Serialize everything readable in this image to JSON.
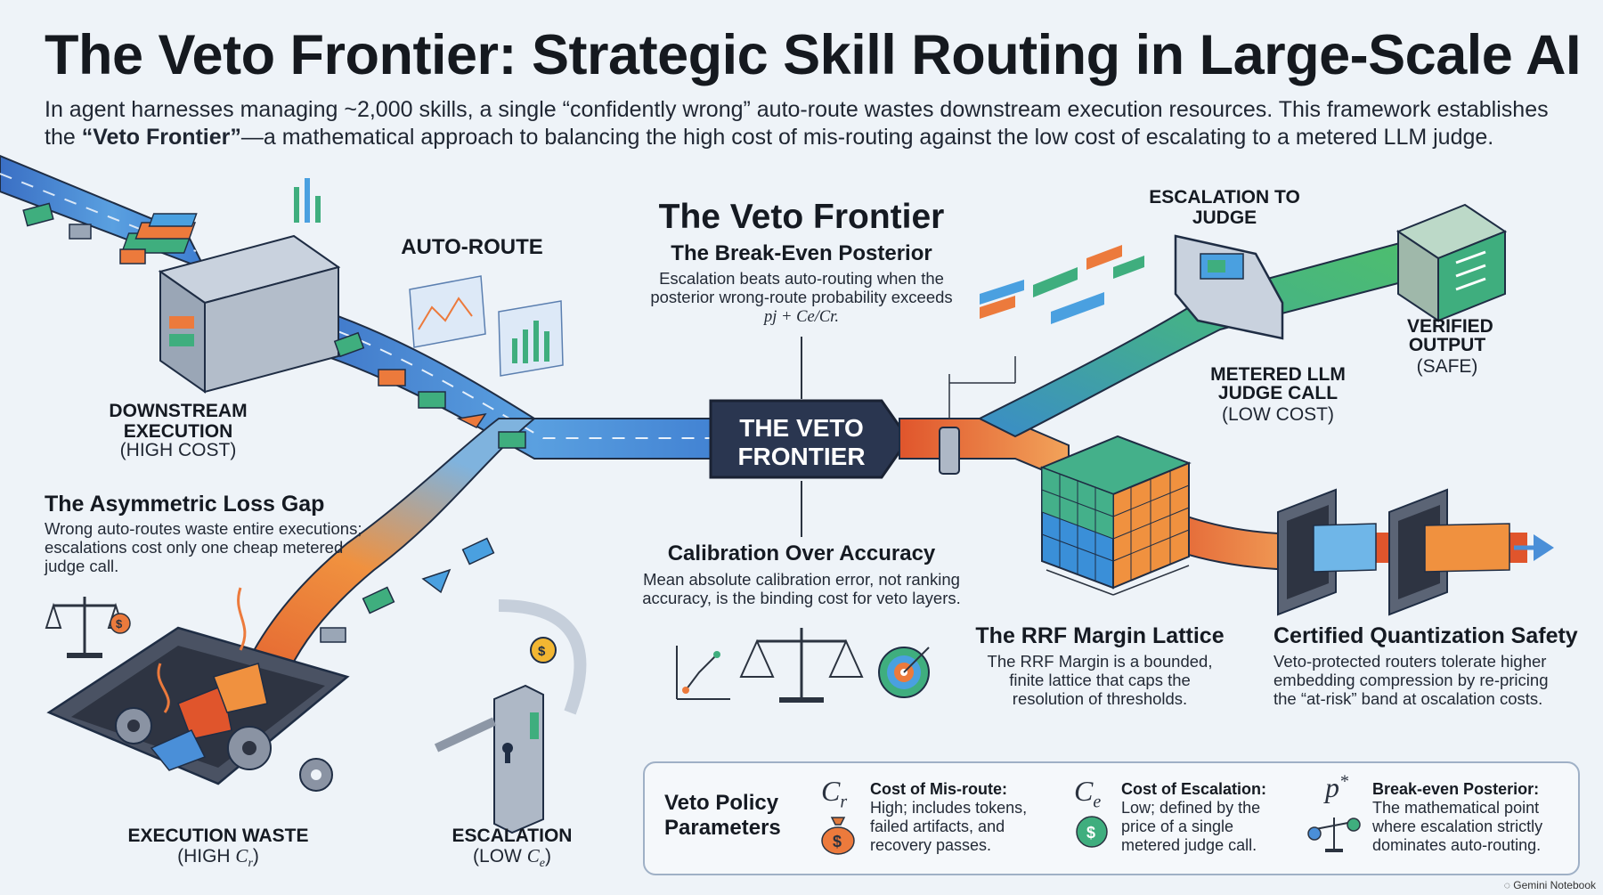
{
  "header": {
    "title": "The Veto Frontier: Strategic Skill Routing in Large-Scale AI",
    "subtitle_pre": "In agent harnesses managing ~2,000 skills, a single “confidently wrong” auto-route wastes downstream execution resources. This framework establishes the ",
    "subtitle_bold": "“Veto Frontier”",
    "subtitle_post": "—a mathematical approach to balancing the high cost of mis-routing against the low cost of escalating to a metered LLM judge."
  },
  "left": {
    "auto_route": "AUTO-ROUTE",
    "downstream_title": "DOWNSTREAM EXECUTION",
    "downstream_sub": "(HIGH COST)",
    "loss_gap_title": "The Asymmetric Loss Gap",
    "loss_gap_text": "Wrong auto-routes waste entire executions; escalations cost only one cheap metered judge call.",
    "waste_title": "EXECUTION WASTE",
    "waste_sub_pre": "(HIGH ",
    "waste_sub_sym": "C",
    "waste_sub_subscript": "r",
    "waste_sub_post": ")",
    "escalation_title": "ESCALATION",
    "escalation_sub_pre": "(LOW ",
    "escalation_sub_sym": "C",
    "escalation_sub_subscript": "e",
    "escalation_sub_post": ")"
  },
  "center": {
    "frontier_title": "The Veto Frontier",
    "frontier_subtitle": "The Break-Even Posterior",
    "frontier_text": "Escalation beats auto-routing when the posterior wrong-route probability exceeds",
    "frontier_formula": "pj + Ce/Cr.",
    "node_label_1": "THE VETO",
    "node_label_2": "FRONTIER",
    "calib_title": "Calibration Over Accuracy",
    "calib_text": "Mean absolute calibration error, not ranking accuracy, is the binding cost for veto layers."
  },
  "right": {
    "escalation_to_judge": "ESCALATION TO JUDGE",
    "verified_title": "VERIFIED OUTPUT",
    "verified_sub": "(SAFE)",
    "metered_title": "METERED LLM JUDGE CALL",
    "metered_sub": "(LOW COST)",
    "rrf_title": "The RRF Margin Lattice",
    "rrf_text": "The RRF Margin is a bounded, finite lattice that caps the resolution of thresholds.",
    "quant_title": "Certified Quantization Safety",
    "quant_text": "Veto-protected routers tolerate higher embedding compression by re-pricing the “at-risk” band at oscalation costs."
  },
  "legend": {
    "heading": "Veto Policy Parameters",
    "items": [
      {
        "symbol": "C",
        "subscript": "r",
        "title": "Cost of Mis-route:",
        "text": "High; includes tokens, failed artifacts, and recovery passes.",
        "icon": "money-bag-icon"
      },
      {
        "symbol": "C",
        "subscript": "e",
        "title": "Cost of Escalation:",
        "text": "Low; defined by the price of a single metered judge call.",
        "icon": "coin-icon"
      },
      {
        "symbol": "p",
        "superscript": "*",
        "title": "Break-even Posterior:",
        "text": "The mathematical point where escalation strictly dominates auto-routing.",
        "icon": "balance-icon"
      }
    ]
  },
  "credit": "Gemini Notebook",
  "colors": {
    "background": "#eef3f8",
    "road_blue": "#3f7fd0",
    "road_orange": "#ec7a3c",
    "road_green": "#3fae7e",
    "node_dark": "#2a3650",
    "legend_border": "#9fb0c6"
  }
}
